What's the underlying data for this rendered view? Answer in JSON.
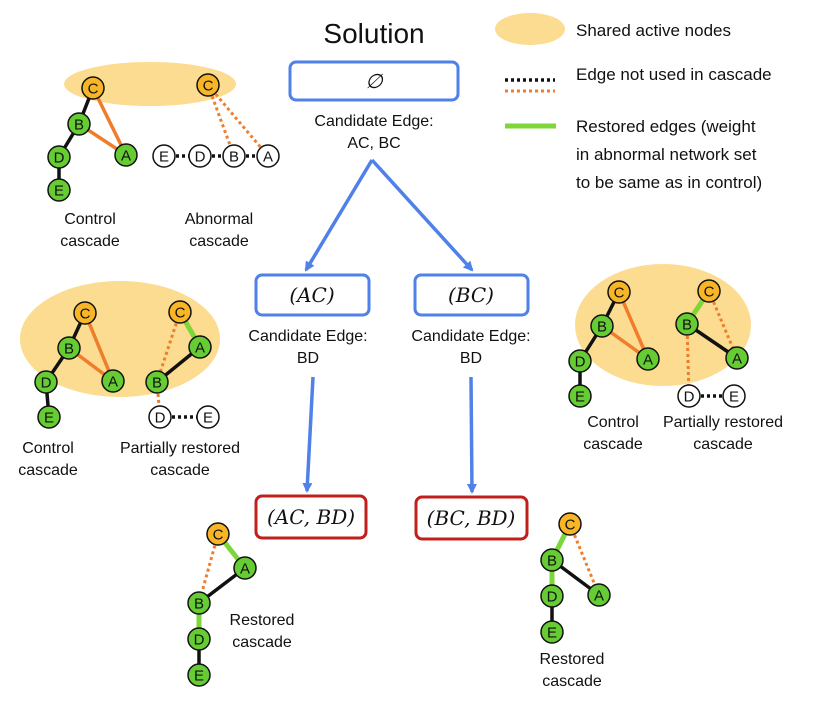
{
  "title": "Solution",
  "legend": {
    "shared_label": "Shared active nodes",
    "unused_label": "Edge not used in cascade",
    "restored_label_lines": [
      "Restored edges (weight",
      "in abnormal network set",
      "to be same as in control)"
    ]
  },
  "root": {
    "label": "∅",
    "candidate_lines": [
      "Candidate Edge:",
      "AC, BC"
    ]
  },
  "left_branch": {
    "label": "(AC)",
    "candidate_lines": [
      "Candidate Edge:",
      "BD"
    ],
    "leaf_label": "(AC, BD)"
  },
  "right_branch": {
    "label": "(BC)",
    "candidate_lines": [
      "Candidate Edge:",
      "BD"
    ],
    "leaf_label": "(BC, BD)"
  },
  "captions": {
    "control": [
      "Control",
      "cascade"
    ],
    "abnormal": [
      "Abnormal",
      "cascade"
    ],
    "partial": [
      "Partially restored",
      "cascade"
    ],
    "restored": [
      "Restored",
      "cascade"
    ]
  },
  "node_names": {
    "A": "A",
    "B": "B",
    "C": "C",
    "D": "D",
    "E": "E"
  },
  "colors": {
    "box_blue": "#4f81e8",
    "box_red": "#c0201b",
    "arrow_blue": "#4f81e8",
    "shared_fill": "#fbdc90",
    "orange_node": "#f8b626",
    "green_node": "#66cc33",
    "active_edge": "#f07d2c",
    "restored_edge": "#7ed63a",
    "black_edge": "#111111"
  }
}
